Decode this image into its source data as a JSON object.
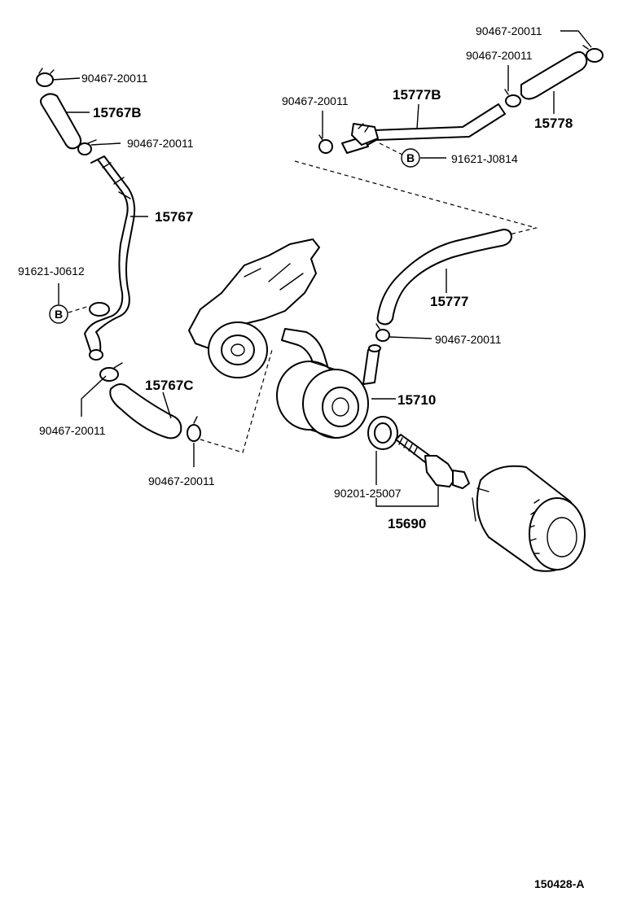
{
  "labels": {
    "clamp_top_left": "90467-20011",
    "hose_15767b": "15767B",
    "clamp_upper_left": "90467-20011",
    "pipe_15767": "15767",
    "bolt_91621_j0612": "91621-J0612",
    "ref_b_left": "B",
    "clamp_mid_left": "90467-20011",
    "hose_15767c": "15767C",
    "clamp_bottom_left": "90467-20011",
    "clamp_top_right": "90467-20011",
    "clamp_right_2": "90467-20011",
    "clamp_top_center": "90467-20011",
    "pipe_15777b": "15777B",
    "hose_15778": "15778",
    "ref_b_right": "B",
    "bolt_91621_j0814": "91621-J0814",
    "hose_15777": "15777",
    "clamp_cooler": "90467-20011",
    "oil_cooler_15710": "15710",
    "gasket_90201": "90201-25007",
    "union_15690": "15690",
    "figure_number": "150428-A"
  }
}
